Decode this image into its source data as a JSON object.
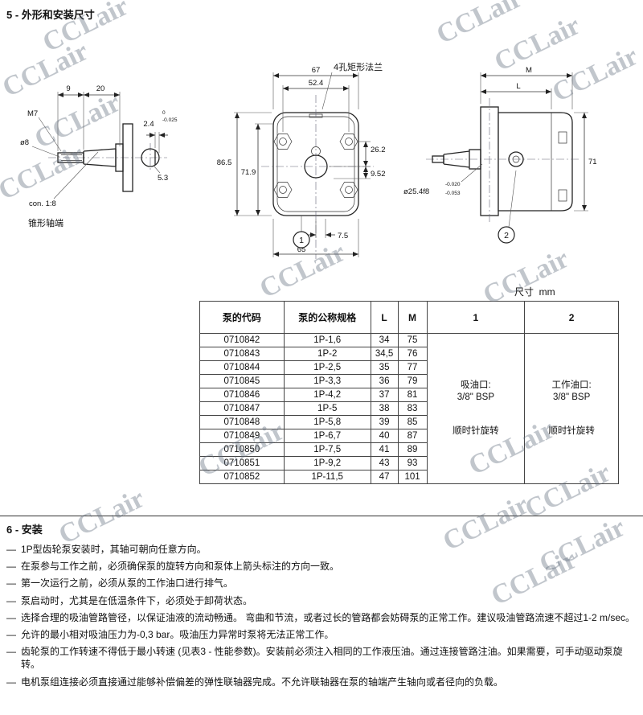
{
  "page": {
    "section5_title": "5 - 外形和安装尺寸",
    "section6_title": "6 - 安装",
    "units_label": "尺寸  mm",
    "watermark": "CCLair"
  },
  "drawing_left": {
    "dim_9": "9",
    "dim_20": "20",
    "label_m7": "M7",
    "label_d8": "ø8",
    "dim_24": "2.4",
    "tol_0": "0",
    "tol_neg025": "-0.025",
    "dim_53": "5.3",
    "label_cone": "con. 1:8",
    "caption": "锥形轴端"
  },
  "drawing_mid": {
    "dim_67": "67",
    "dim_524": "52.4",
    "label_flange": "4孔矩形法兰",
    "dim_865": "86.5",
    "dim_719": "71.9",
    "dim_262": "26.2",
    "dim_952": "9.52",
    "dim_75": "7.5",
    "dim_65": "65",
    "balloon_1": "1"
  },
  "drawing_right": {
    "dim_M": "M",
    "dim_L": "L",
    "dim_71": "71",
    "label_d254": "ø25.4f8",
    "tol_neg020": "-0.020",
    "tol_neg053": "-0.053",
    "balloon_2": "2"
  },
  "table": {
    "headers": [
      "泵的代码",
      "泵的公称规格",
      "L",
      "M",
      "1",
      "2"
    ],
    "rows": [
      [
        "0710842",
        "1P-1,6",
        "34",
        "75"
      ],
      [
        "0710843",
        "1P-2",
        "34,5",
        "76"
      ],
      [
        "0710844",
        "1P-2,5",
        "35",
        "77"
      ],
      [
        "0710845",
        "1P-3,3",
        "36",
        "79"
      ],
      [
        "0710846",
        "1P-4,2",
        "37",
        "81"
      ],
      [
        "0710847",
        "1P-5",
        "38",
        "83"
      ],
      [
        "0710848",
        "1P-5,8",
        "39",
        "85"
      ],
      [
        "0710849",
        "1P-6,7",
        "40",
        "87"
      ],
      [
        "0710850",
        "1P-7,5",
        "41",
        "89"
      ],
      [
        "0710851",
        "1P-9,2",
        "43",
        "93"
      ],
      [
        "0710852",
        "1P-11,5",
        "47",
        "101"
      ]
    ],
    "port1": {
      "line1": "吸油口:",
      "line2": "3/8\" BSP",
      "line3": "顺时针旋转"
    },
    "port2": {
      "line1": "工作油口:",
      "line2": "3/8\" BSP",
      "line3": "顺时针旋转"
    }
  },
  "section6": {
    "marker": "—",
    "bullets": [
      "1P型齿轮泵安装时，其轴可朝向任意方向。",
      "在泵参与工作之前，必须确保泵的旋转方向和泵体上箭头标注的方向一致。",
      "第一次运行之前，必须从泵的工作油口进行排气。",
      "泵启动时，尤其是在低温条件下，必须处于卸荷状态。",
      "选择合理的吸油管路管径，以保证油液的流动畅通。 弯曲和节流，或者过长的管路都会妨碍泵的正常工作。建议吸油管路流速不超过1-2 m/sec。",
      "允许的最小相对吸油压力为-0,3 bar。吸油压力异常时泵将无法正常工作。",
      "齿轮泵的工作转速不得低于最小转速 (见表3 - 性能参数)。安装前必须注入相同的工作液压油。通过连接管路注油。如果需要，可手动驱动泵旋转。",
      "电机泵组连接必须直接通过能够补偿偏差的弹性联轴器完成。不允许联轴器在泵的轴端产生轴向或者径向的负载。"
    ]
  }
}
